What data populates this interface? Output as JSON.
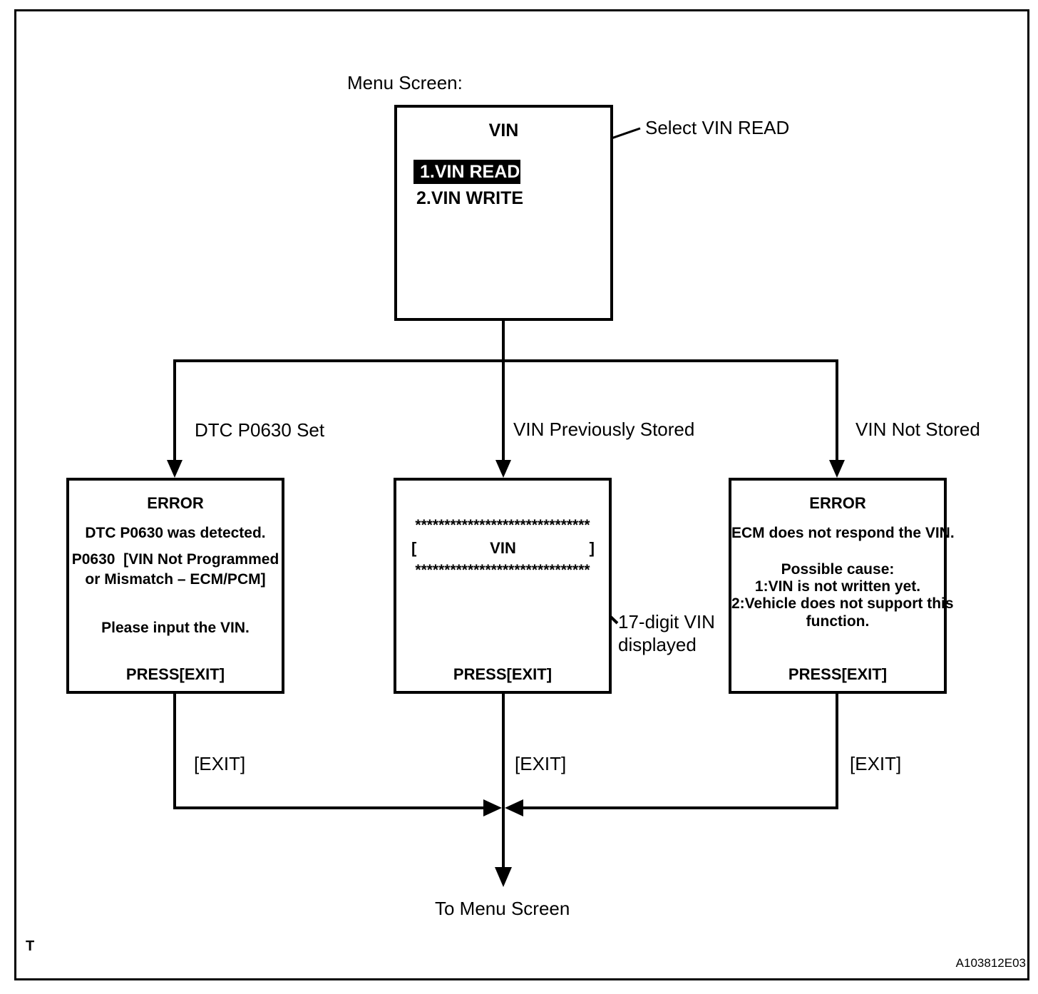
{
  "colors": {
    "ink": "#000000",
    "background": "#ffffff",
    "highlight_bg": "#000000",
    "highlight_text": "#ffffff"
  },
  "header": {
    "caption": "Menu Screen:"
  },
  "menu_screen": {
    "title": "VIN",
    "item_read": "1.VIN READ",
    "item_write": "2.VIN WRITE",
    "callout": "Select VIN READ"
  },
  "branch_labels": {
    "left": "DTC P0630 Set",
    "center": "VIN Previously Stored",
    "right": "VIN Not Stored"
  },
  "screen_dtc_error": {
    "title": "ERROR",
    "line1": "DTC P0630 was detected.",
    "line2a": "P0630  [VIN Not Programmed",
    "line2b": "or Mismatch – ECM/PCM]",
    "line3": "Please input the VIN.",
    "footer": "PRESS[EXIT]"
  },
  "screen_vin_display": {
    "stars_top": "******************************",
    "bracket_open": "[",
    "vin_label": "VIN",
    "bracket_close": "]",
    "stars_bottom": "******************************",
    "footer": "PRESS[EXIT]",
    "callout_line1": "17-digit VIN",
    "callout_line2": "displayed"
  },
  "screen_no_response": {
    "title": "ERROR",
    "line1": "ECM does not respond the VIN.",
    "line2": "Possible cause:",
    "line3": "1:VIN is not written yet.",
    "line4": "2:Vehicle does not support this",
    "line5": "function.",
    "footer": "PRESS[EXIT]"
  },
  "exit_labels": {
    "left": "[EXIT]",
    "center": "[EXIT]",
    "right": "[EXIT]"
  },
  "footer": {
    "to_menu": "To Menu Screen",
    "corner_letter": "T",
    "figure_code": "A103812E03"
  }
}
